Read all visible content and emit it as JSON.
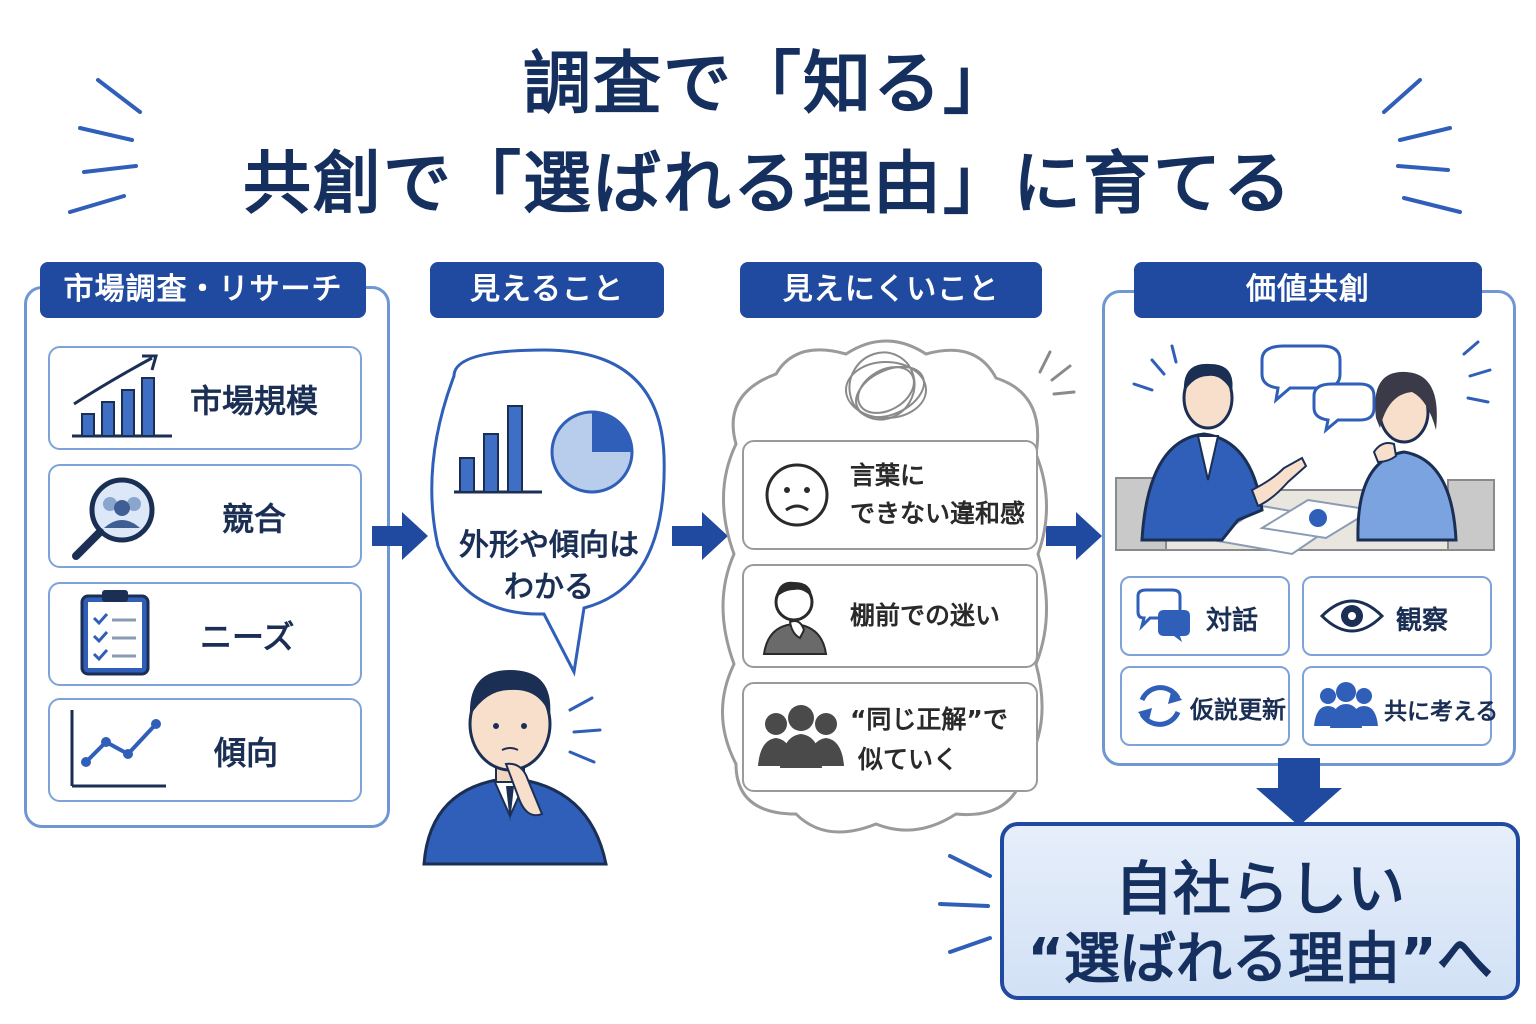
{
  "title": {
    "line1": "調査で「知る」",
    "line2": "共創で「選ばれる理由」に育てる"
  },
  "research": {
    "header": "市場調査・リサーチ",
    "items": [
      {
        "label": "市場規模",
        "icon": "bar-chart-growth-icon"
      },
      {
        "label": "競合",
        "icon": "magnifier-people-icon"
      },
      {
        "label": "ニーズ",
        "icon": "clipboard-checklist-icon"
      },
      {
        "label": "傾向",
        "icon": "line-graph-icon"
      }
    ]
  },
  "visible": {
    "header": "見えること",
    "bubble_line1": "外形や傾向は",
    "bubble_line2": "わかる"
  },
  "hidden": {
    "header": "見えにくいこと",
    "items": [
      {
        "line1": "言葉に",
        "line2": "できない違和感",
        "icon": "frown-face-icon"
      },
      {
        "line1": "棚前での迷い",
        "line2": "",
        "icon": "thinking-person-icon"
      },
      {
        "line1": "“同じ正解”で",
        "line2": "似ていく",
        "icon": "people-group-icon"
      }
    ]
  },
  "cocreation": {
    "header": "価値共創",
    "items": [
      {
        "label": "対話",
        "icon": "speech-bubbles-icon"
      },
      {
        "label": "観察",
        "icon": "eye-icon"
      },
      {
        "label": "仮説更新",
        "icon": "refresh-arrows-icon"
      },
      {
        "label": "共に考える",
        "icon": "team-people-icon"
      }
    ]
  },
  "result": {
    "line1": "自社らしい",
    "line2": "“選ばれる理由”へ"
  },
  "colors": {
    "navy": "#15305e",
    "accent": "#1f4aa0",
    "border": "#6f97d4",
    "light": "#dce8f8"
  }
}
